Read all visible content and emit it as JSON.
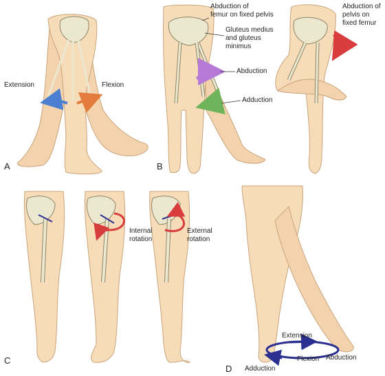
{
  "panels": {
    "a": "A",
    "b": "B",
    "c": "C",
    "d": "D"
  },
  "labels": {
    "extension_a": "Extension",
    "flexion_a": "Flexion",
    "abduction_femur": [
      "Abduction of",
      "femur on fixed pelvis"
    ],
    "gluteus": [
      "Gluteus medius",
      "and gluteus",
      "minimus"
    ],
    "abduction_b": "Abduction",
    "adduction_b": "Adduction",
    "abduction_pelvis": [
      "Abduction of",
      "pelvis on",
      "fixed femur"
    ],
    "internal_rotation": [
      "Internal",
      "rotation"
    ],
    "external_rotation": [
      "External",
      "rotation"
    ],
    "extension_d": "Extension",
    "flexion_d": "Flexion",
    "abduction_d": "Abduction",
    "adduction_d": "Adduction"
  },
  "colors": {
    "skin": "#f6dcb8",
    "bone": "#ece8cf",
    "extension_arrow": "#4a7fd1",
    "flexion_arrow": "#e27b3c",
    "abduction_arrow": "#b57ad6",
    "adduction_arrow": "#6fb35a",
    "rotation_arrow": "#d83c3c",
    "circumduction_arrow": "#2b2f8f"
  },
  "icons": [
    "leg-figure",
    "femur-bone",
    "pelvis-bone",
    "motion-arrow"
  ]
}
